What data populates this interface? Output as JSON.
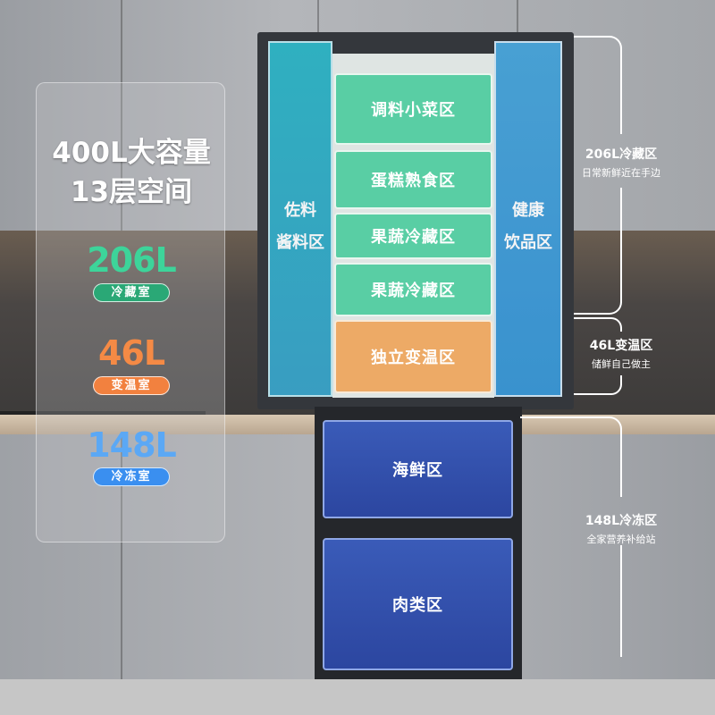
{
  "summary": {
    "title_line1": "400L大容量",
    "title_line2": "13层空间"
  },
  "capacities": [
    {
      "value": "206L",
      "label": "冷藏室",
      "color": "#3dd49a",
      "pill": "#2aa876"
    },
    {
      "value": "46L",
      "label": "变温室",
      "color": "#f58a45",
      "pill": "#f2813f"
    },
    {
      "value": "148L",
      "label": "冷冻室",
      "color": "#5ba8f5",
      "pill": "#3a8ff0"
    }
  ],
  "fridge": {
    "left_door": [
      "佐料",
      "酱料区"
    ],
    "right_door": [
      "健康",
      "饮品区"
    ],
    "compartments": [
      "调料小菜区",
      "蛋糕熟食区",
      "果蔬冷藏区",
      "果蔬冷藏区",
      "独立变温区"
    ],
    "drawers": [
      "海鲜区",
      "肉类区"
    ]
  },
  "annotations": [
    {
      "title": "206L冷藏区",
      "subtitle": "日常新鲜近在手边"
    },
    {
      "title": "46L变温区",
      "subtitle": "储鲜自己做主"
    },
    {
      "title": "148L冷冻区",
      "subtitle": "全家营养补给站"
    }
  ]
}
